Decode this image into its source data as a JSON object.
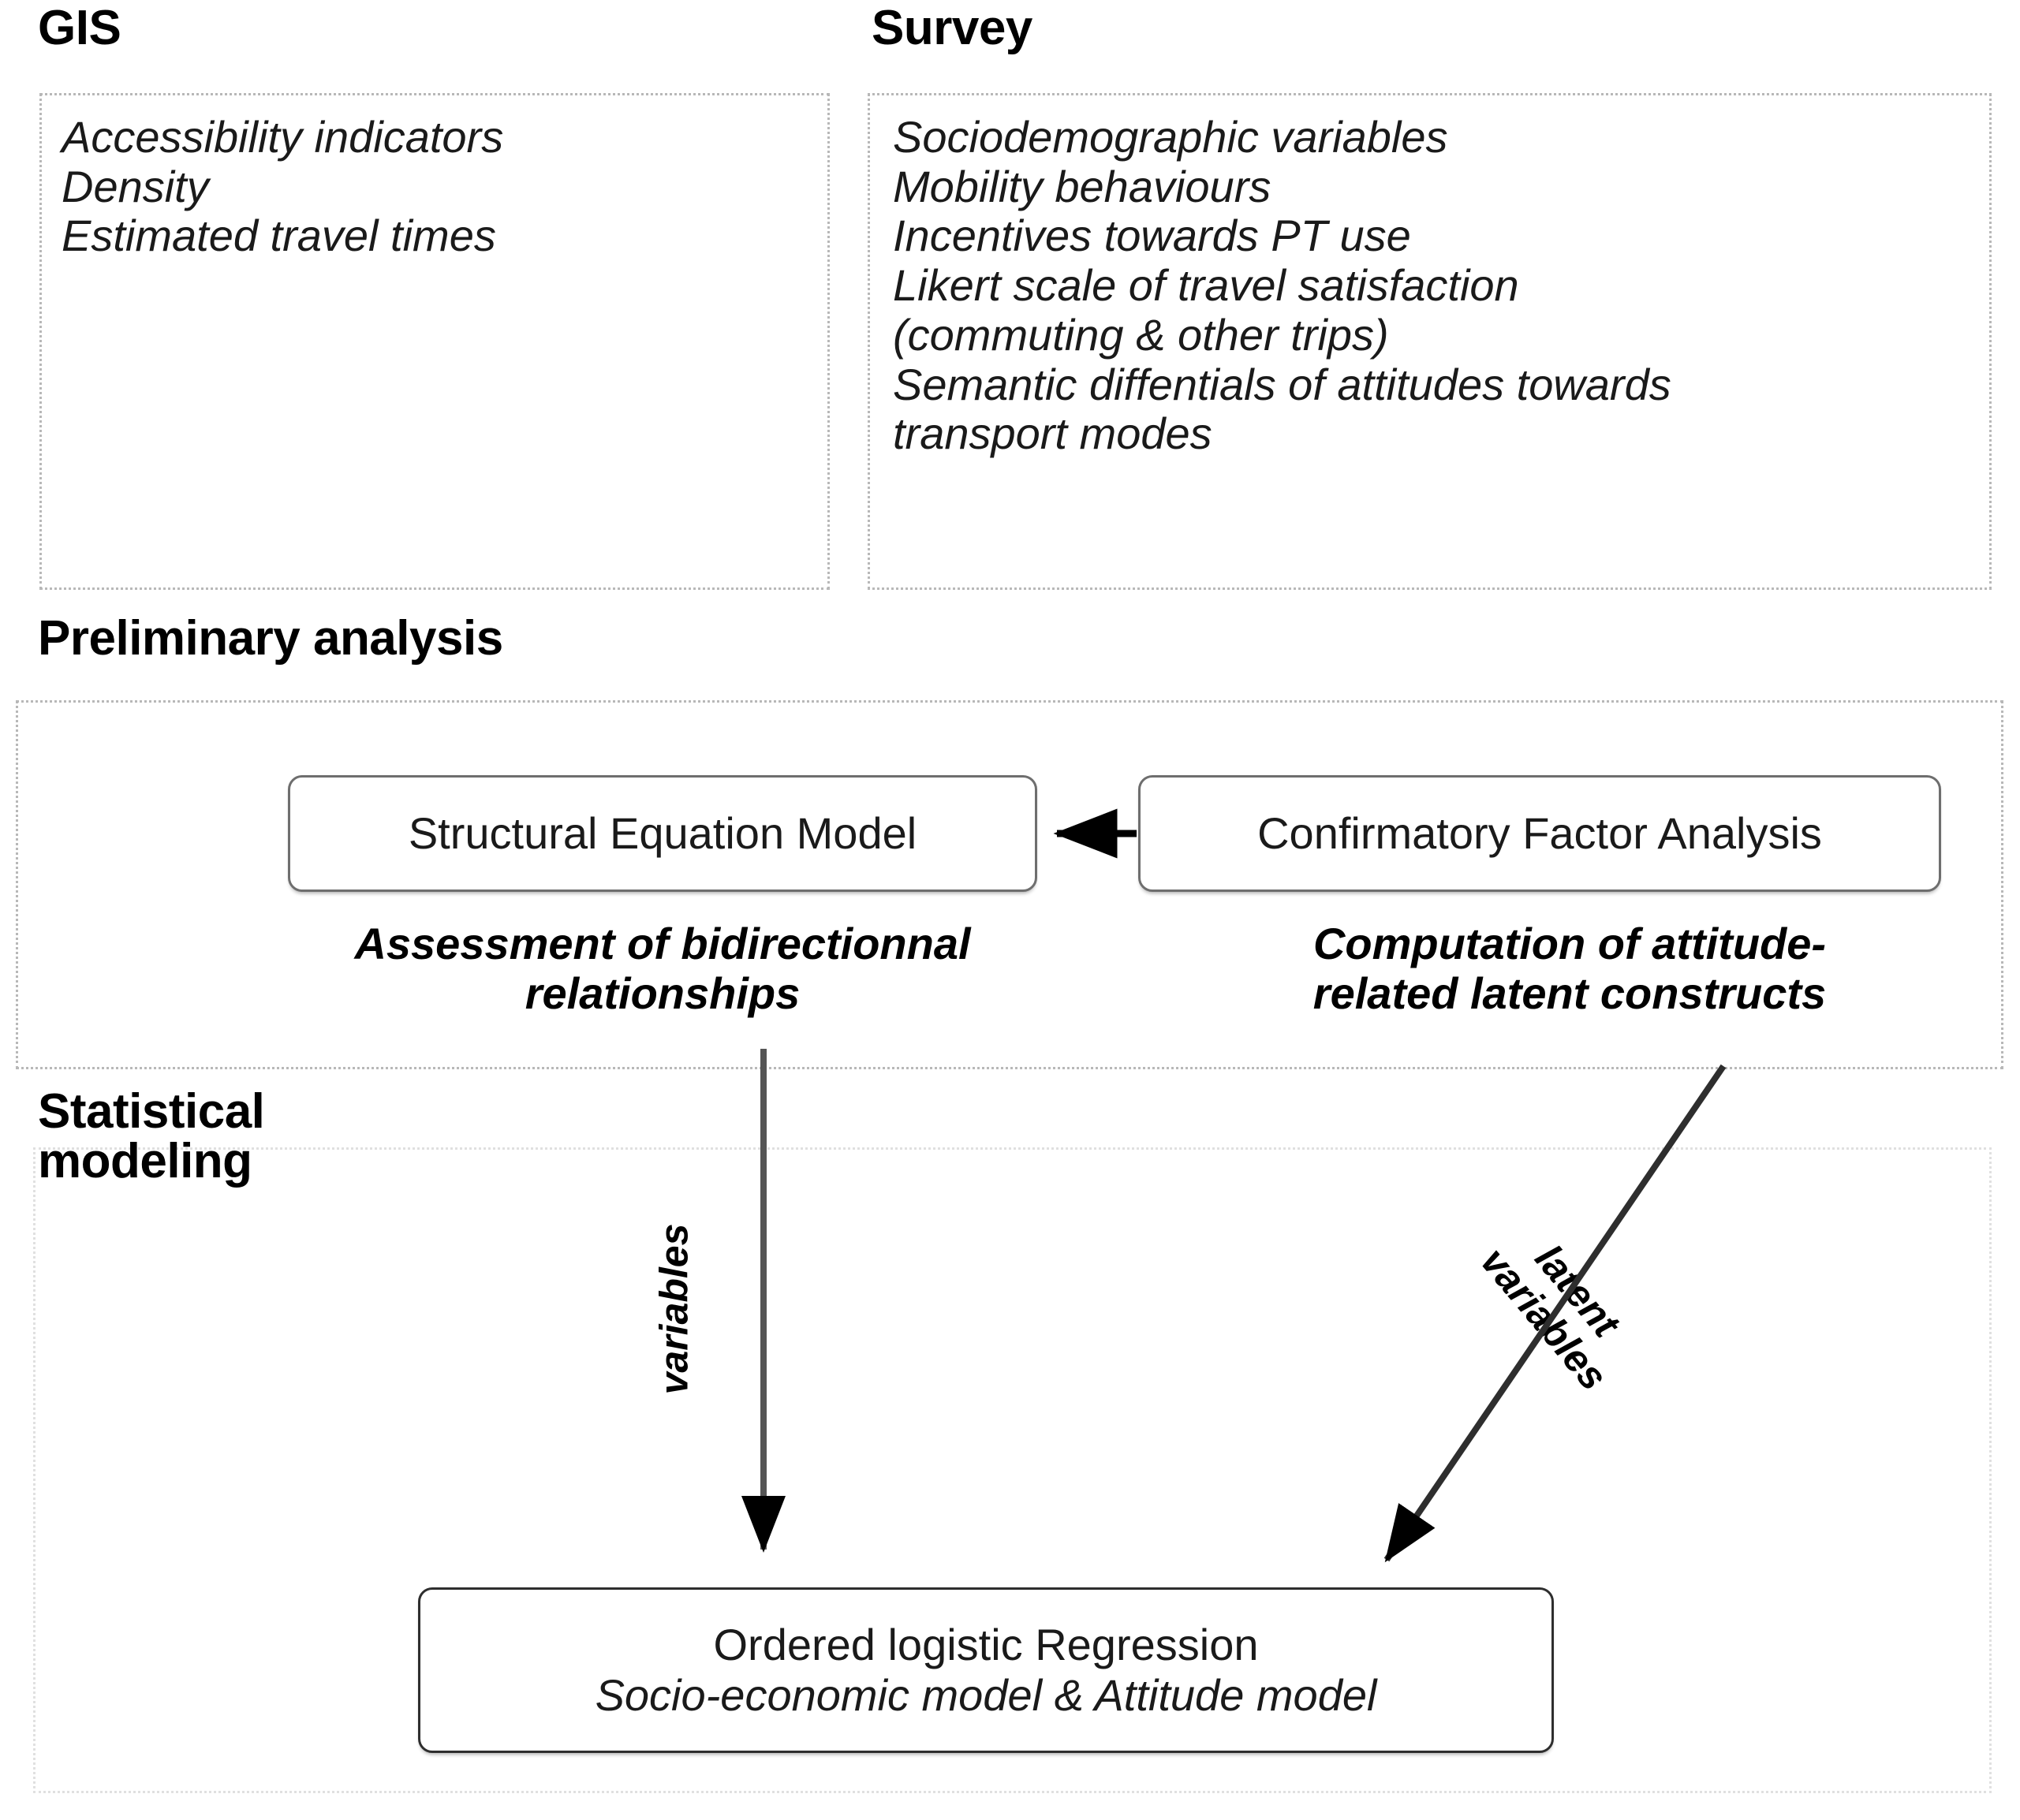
{
  "sections": {
    "gis": {
      "heading": "GIS",
      "items": "Accessibility indicators\nDensity\nEstimated travel times"
    },
    "survey": {
      "heading": "Survey",
      "items": "Sociodemographic variables\nMobility behaviours\nIncentives towards PT use\nLikert scale of travel satisfaction\n(commuting & other trips)\nSemantic diffentials of attitudes towards\ntransport modes"
    },
    "preliminary_analysis": {
      "heading": "Preliminary analysis",
      "nodes": [
        {
          "id": "sem",
          "label": "Structural Equation Model"
        },
        {
          "id": "cfa",
          "label": "Confirmatory Factor Analysis"
        }
      ],
      "captions": [
        {
          "id": "sem-caption",
          "text": "Assessment of bidirectionnal\nrelationships"
        },
        {
          "id": "cfa-caption",
          "text": "Computation of attitude-\nrelated latent constructs"
        }
      ]
    },
    "statistical_modeling": {
      "heading": "Statistical\nmodeling",
      "node": {
        "title": "Ordered logistic Regression",
        "subtitle": "Socio-economic model & Attitude model"
      }
    }
  },
  "edges": [
    {
      "id": "cfa-to-sem",
      "label": ""
    },
    {
      "id": "sem-to-regression",
      "label": "variables"
    },
    {
      "id": "cfa-to-regression",
      "label": "latent\nvariables"
    }
  ],
  "colors": {
    "stroke_dark": "#2e2e2e",
    "stroke_mid": "#6e6e6e",
    "dotted_border": "#b8b8b8",
    "text": "#1a1a1a",
    "background": "#ffffff"
  }
}
